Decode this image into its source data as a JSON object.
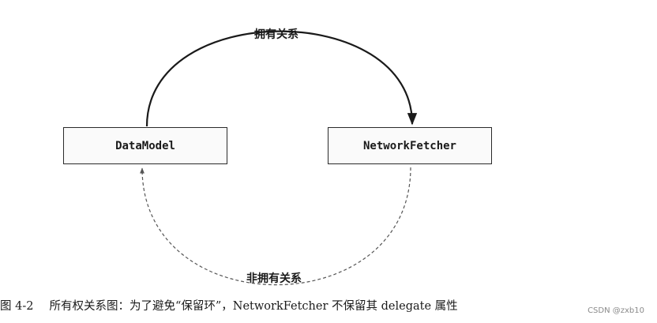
{
  "diagram": {
    "nodes": [
      {
        "id": "datamodel",
        "label": "DataModel"
      },
      {
        "id": "networkfetcher",
        "label": "NetworkFetcher"
      }
    ],
    "edges": [
      {
        "from": "datamodel",
        "to": "networkfetcher",
        "label": "拥有关系",
        "style": "solid"
      },
      {
        "from": "networkfetcher",
        "to": "datamodel",
        "label": "非拥有关系",
        "style": "dashed"
      }
    ]
  },
  "caption": {
    "figure_number": "图 4-2",
    "text": "所有权关系图：为了避免“保留环”，NetworkFetcher 不保留其 delegate 属性"
  },
  "watermark": "CSDN @zxb10"
}
